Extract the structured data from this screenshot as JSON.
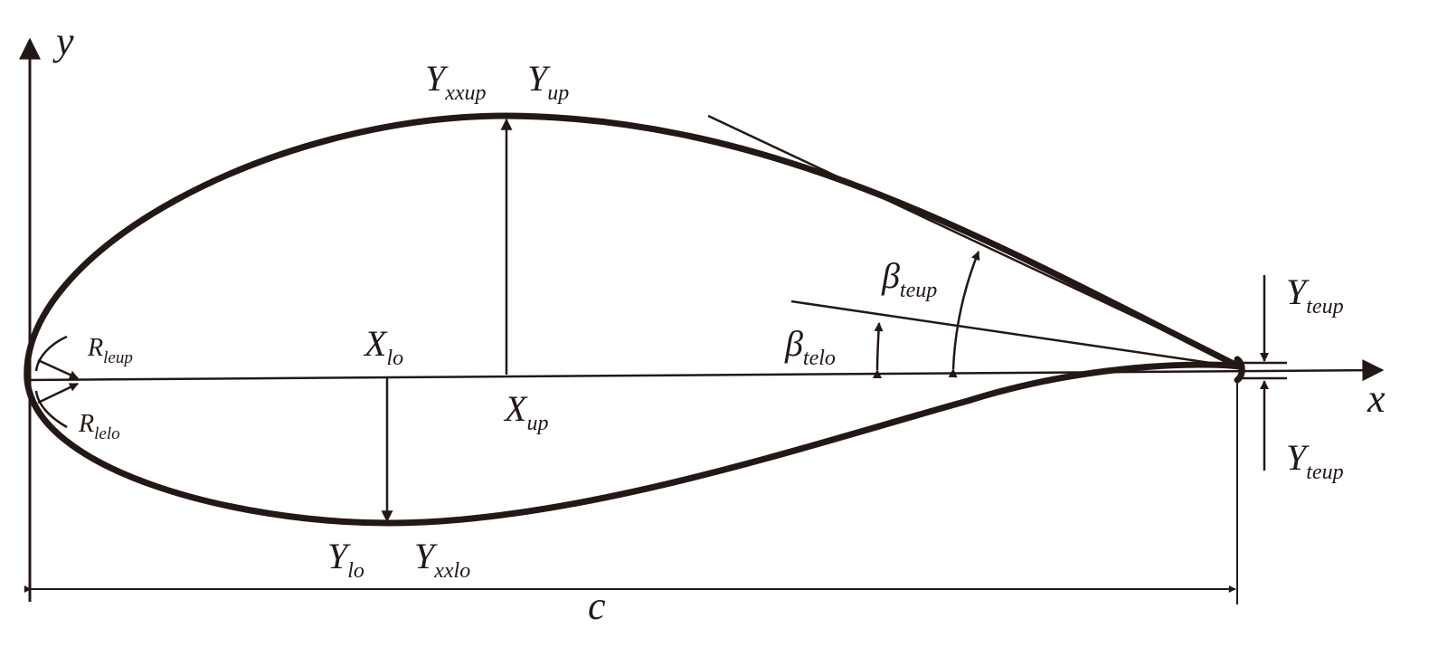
{
  "diagram": {
    "axes": {
      "y": "y",
      "x": "x"
    },
    "labels": {
      "yxxup": {
        "base": "Y",
        "sub": "xxup"
      },
      "yup": {
        "base": "Y",
        "sub": "up"
      },
      "xlo": {
        "base": "X",
        "sub": "lo"
      },
      "xup": {
        "base": "X",
        "sub": "up"
      },
      "rleup": {
        "base": "R",
        "sub": "leup"
      },
      "rlelo": {
        "base": "R",
        "sub": "lelo"
      },
      "beta_teup": {
        "base": "β",
        "sub": "teup"
      },
      "beta_telo": {
        "base": "β",
        "sub": "telo"
      },
      "yteup_top": {
        "base": "Y",
        "sub": "teup"
      },
      "yteup_bottom": {
        "base": "Y",
        "sub": "teup"
      },
      "ylo": {
        "base": "Y",
        "sub": "lo"
      },
      "yxxlo": {
        "base": "Y",
        "sub": "xxlo"
      },
      "chord": "c"
    },
    "colors": {
      "ink": "#231815",
      "background": "#ffffff"
    }
  }
}
